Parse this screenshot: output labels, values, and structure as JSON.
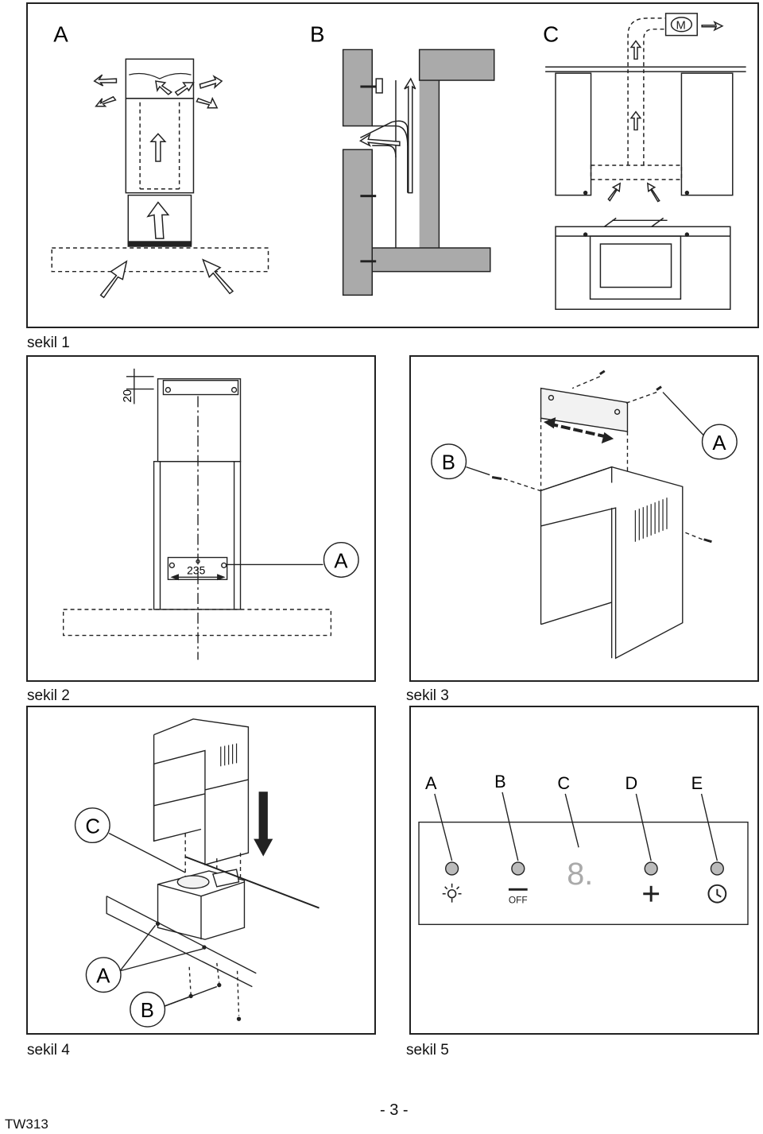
{
  "figure1": {
    "caption": "sekil 1",
    "sub_a": "A",
    "sub_b": "B",
    "sub_c": "C",
    "motor_label": "M"
  },
  "figure2": {
    "caption": "sekil 2",
    "dim_vertical": "20",
    "dim_width": "235",
    "callout_a": "A"
  },
  "figure3": {
    "caption": "sekil 3",
    "callout_a": "A",
    "callout_b": "B"
  },
  "figure4": {
    "caption": "sekil 4",
    "callout_a": "A",
    "callout_b": "B",
    "callout_c": "C"
  },
  "figure5": {
    "caption": "sekil 5",
    "labels": [
      "A",
      "B",
      "C",
      "D",
      "E"
    ],
    "display_digit": "8.",
    "off_label": "OFF"
  },
  "footer": {
    "doc_code": "TW313",
    "page_number": "- 3 -"
  }
}
